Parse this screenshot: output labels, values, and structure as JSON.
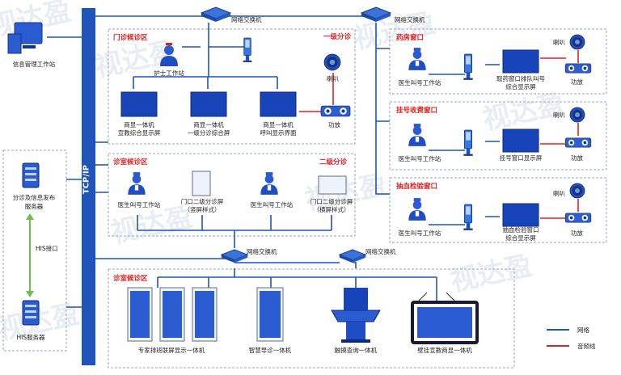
{
  "network": {
    "switch_label": "网络交换机",
    "backbone_label": "TCP/IP",
    "colors": {
      "network": "#1f55b8",
      "audio": "#e02020",
      "zone": "#e02020"
    }
  },
  "left": {
    "info_workstation": "信息管理工作站",
    "server_line1": "分诊及信息发布",
    "server_line2": "服务器",
    "his_interface": "HIS接口",
    "his_server": "HIS服务器"
  },
  "outpatient": {
    "zone_title": "门诊候诊区",
    "level_label": "一级分诊",
    "nurse": "护士工作站",
    "speaker": "喇叭",
    "amplifier": "功放",
    "screens": [
      {
        "line1": "商显一体机",
        "line2": "宣教综合显示屏"
      },
      {
        "line1": "商显一体机",
        "line2": "一级分诊综合屏"
      },
      {
        "line1": "商显一体机",
        "line2": "呼叫显示界面"
      }
    ]
  },
  "consult": {
    "zone_title": "诊室候诊区",
    "level_label": "二级分诊",
    "doctor1": "医生叫号工作站",
    "door1_line1": "门口二级分诊屏",
    "door1_line2": "（竖屏样式）",
    "doctor2": "医生叫号工作站",
    "door2_line1": "门口二级分诊屏",
    "door2_line2": "（横屏样式）"
  },
  "clinic": {
    "zone_title": "诊室候诊区",
    "expert": "专家排班联屏显示一体机",
    "smart": "智慧导诊一体机",
    "touch": "触摸查询一体机",
    "wall": "壁挂宣教商显一体机"
  },
  "pharmacy": {
    "zone_title": "药房窗口",
    "doctor": "医生叫号工作站",
    "screen_line1": "取药窗口排队叫号",
    "screen_line2": "综合显示屏",
    "speaker": "喇叭",
    "amplifier": "功放"
  },
  "register": {
    "zone_title": "挂号收费窗口",
    "doctor": "医生叫号工作站",
    "screen": "挂号窗口显示屏",
    "speaker": "喇叭",
    "amplifier": "功放"
  },
  "blood": {
    "zone_title": "抽血检验窗口",
    "doctor": "医生叫号工作站",
    "screen_line1": "抽血检验窗口",
    "screen_line2": "综合显示屏",
    "speaker": "喇叭",
    "amplifier": "功放"
  },
  "legend": {
    "network": "网络",
    "audio": "音频线"
  },
  "watermark": "视达盈"
}
